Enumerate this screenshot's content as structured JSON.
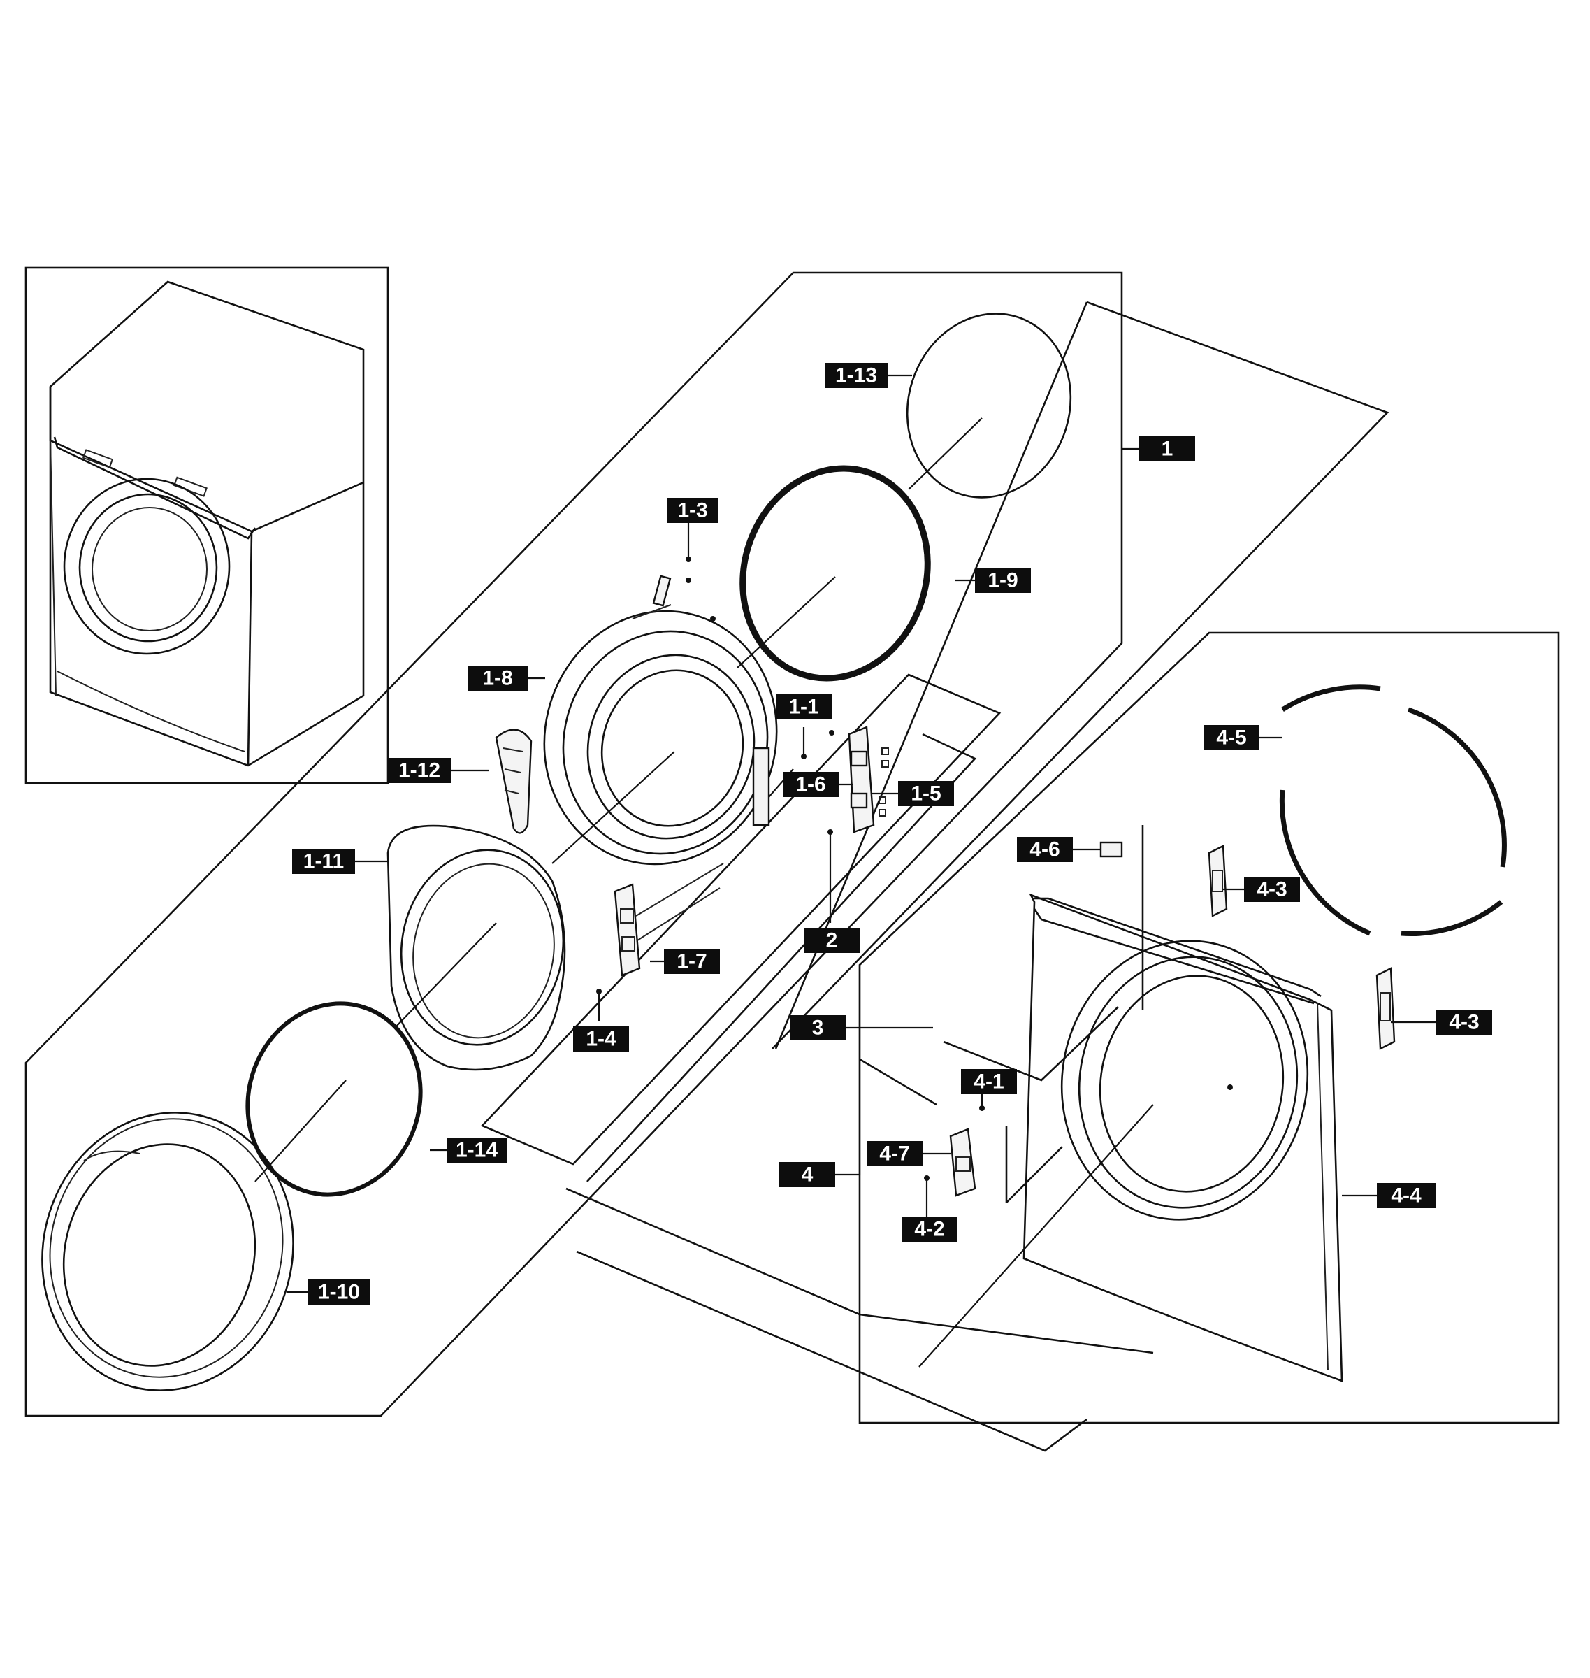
{
  "diagram": {
    "type": "exploded-parts-view",
    "callouts": [
      {
        "id": "1-13",
        "label": "1-13"
      },
      {
        "id": "1",
        "label": "1"
      },
      {
        "id": "1-3",
        "label": "1-3"
      },
      {
        "id": "1-9",
        "label": "1-9"
      },
      {
        "id": "1-8",
        "label": "1-8"
      },
      {
        "id": "1-1",
        "label": "1-1"
      },
      {
        "id": "1-12",
        "label": "1-12"
      },
      {
        "id": "1-6",
        "label": "1-6"
      },
      {
        "id": "1-5",
        "label": "1-5"
      },
      {
        "id": "1-11",
        "label": "1-11"
      },
      {
        "id": "4-5",
        "label": "4-5"
      },
      {
        "id": "4-6",
        "label": "4-6"
      },
      {
        "id": "4-3a",
        "label": "4-3"
      },
      {
        "id": "2",
        "label": "2"
      },
      {
        "id": "1-7",
        "label": "1-7"
      },
      {
        "id": "3",
        "label": "3"
      },
      {
        "id": "4-3b",
        "label": "4-3"
      },
      {
        "id": "1-4",
        "label": "1-4"
      },
      {
        "id": "4-1",
        "label": "4-1"
      },
      {
        "id": "1-14",
        "label": "1-14"
      },
      {
        "id": "4-7",
        "label": "4-7"
      },
      {
        "id": "4",
        "label": "4"
      },
      {
        "id": "4-4",
        "label": "4-4"
      },
      {
        "id": "4-2",
        "label": "4-2"
      },
      {
        "id": "1-10",
        "label": "1-10"
      }
    ]
  }
}
